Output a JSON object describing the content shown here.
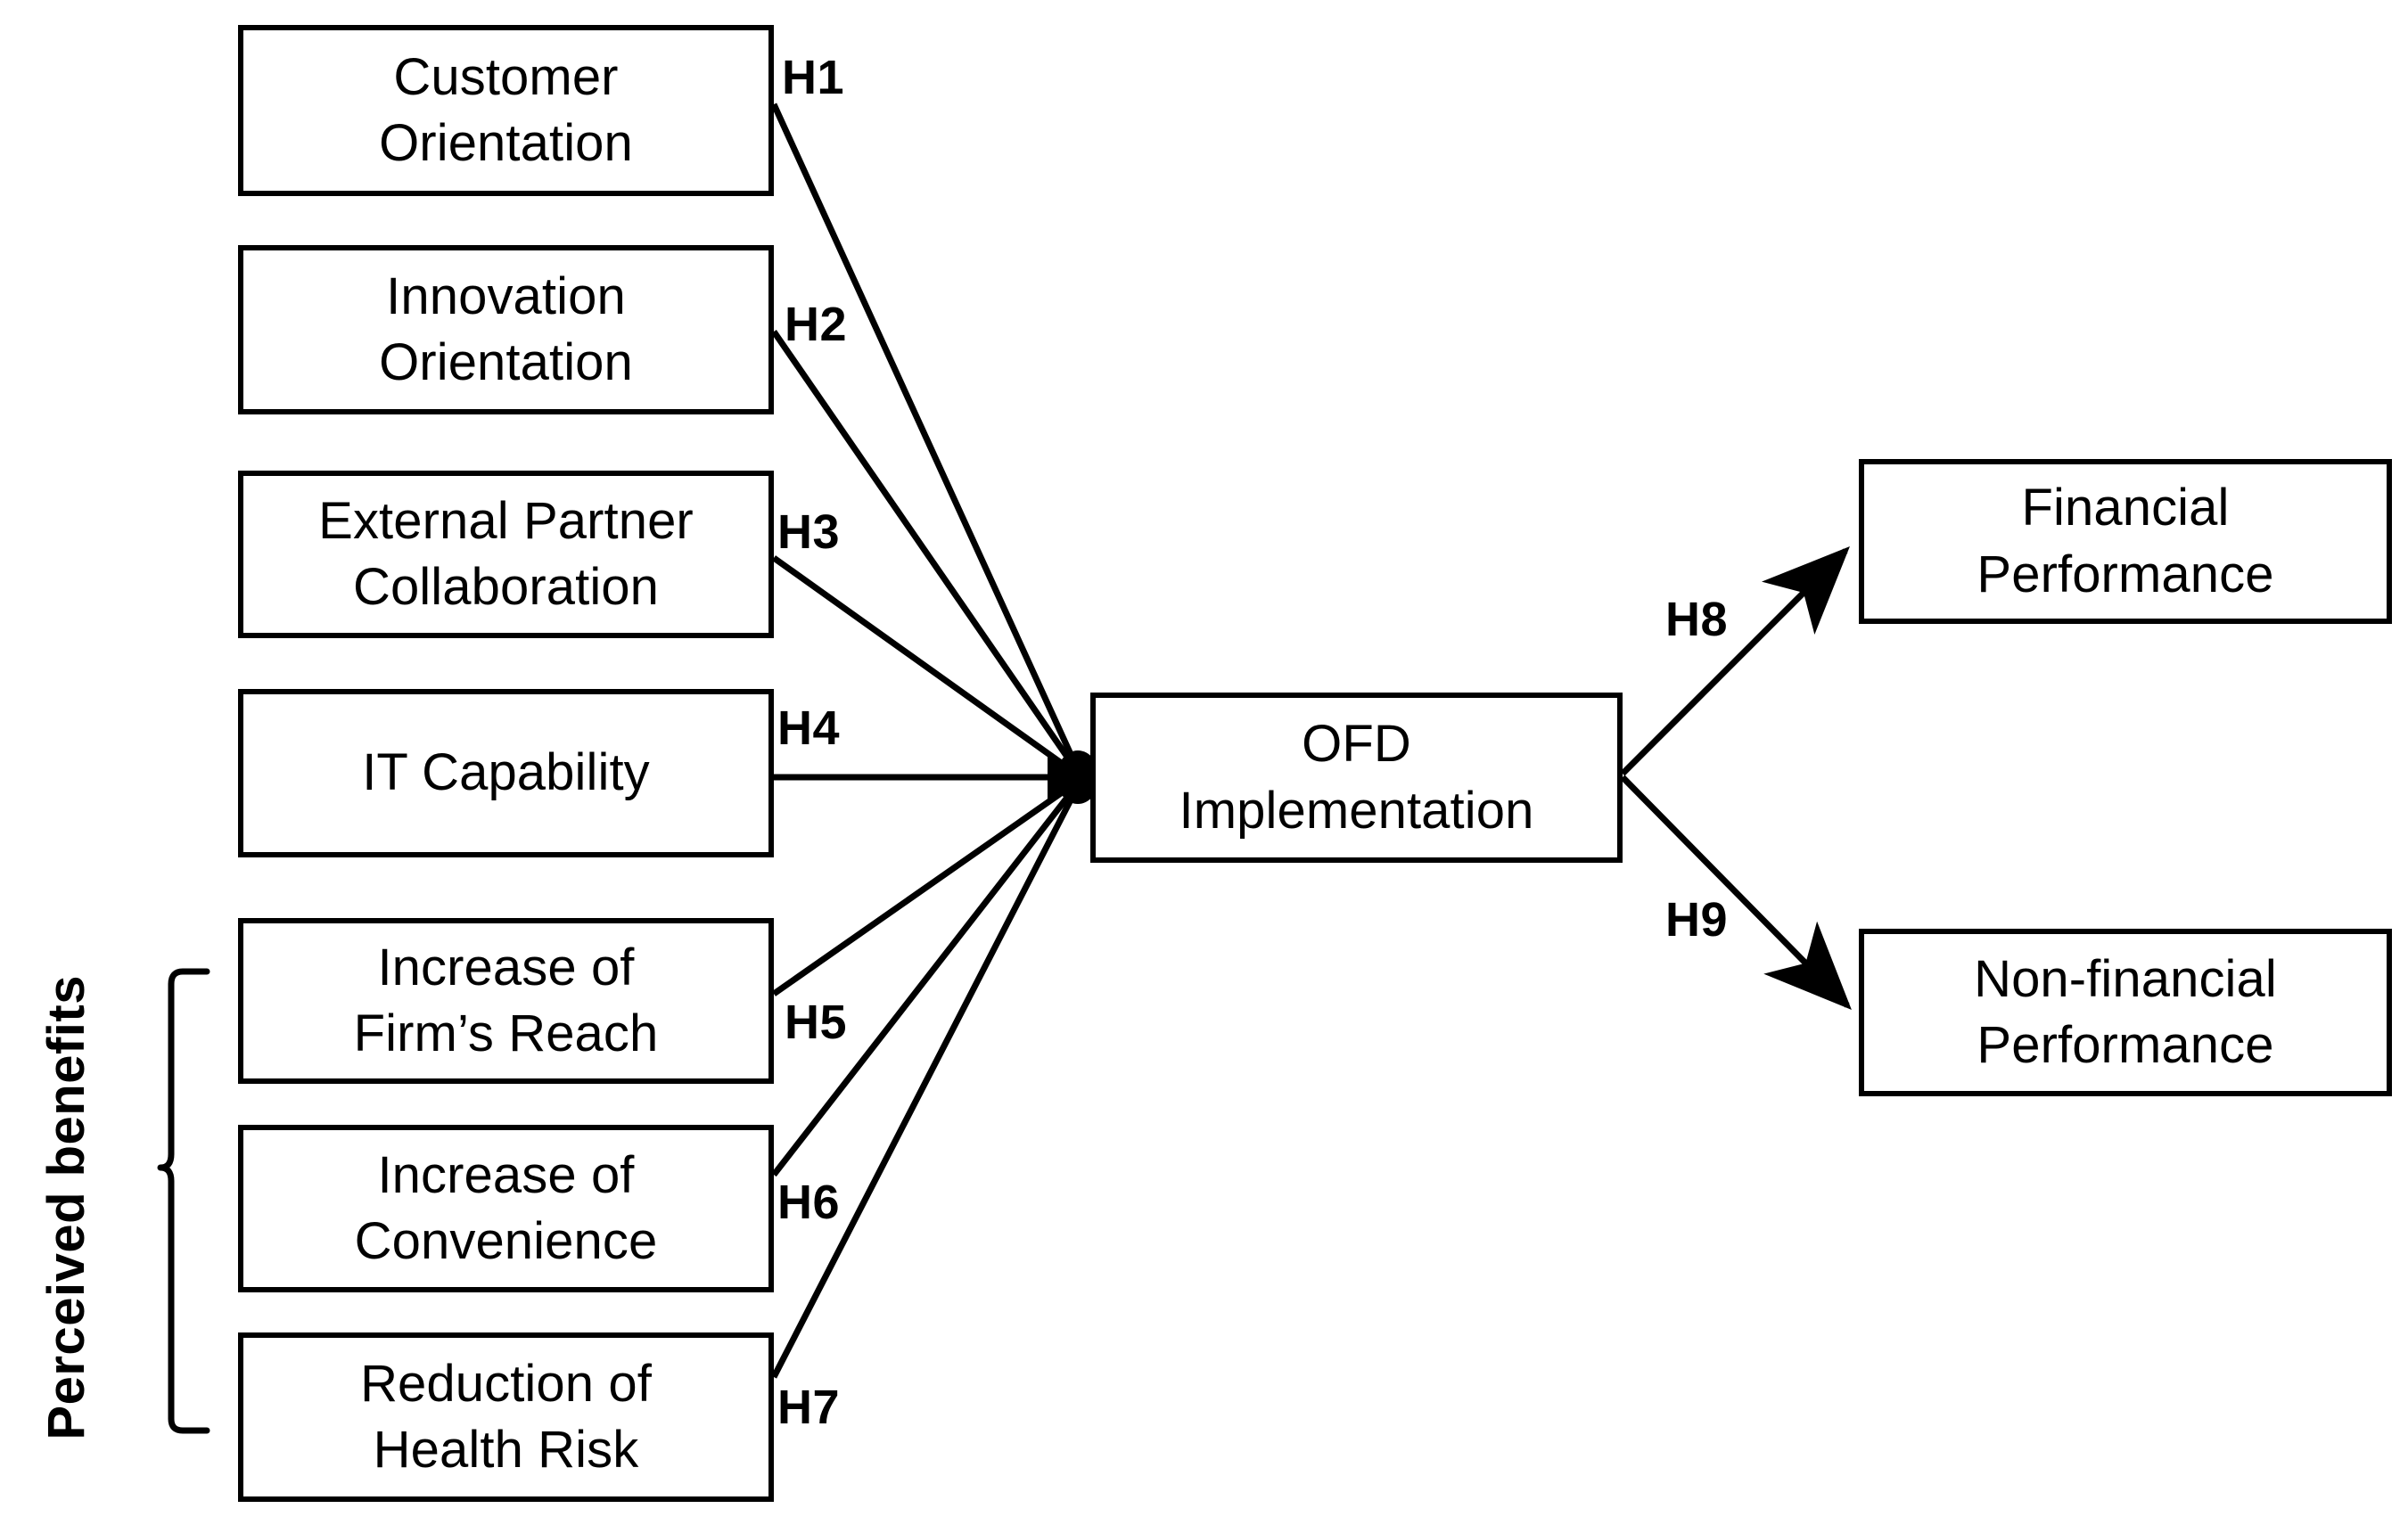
{
  "diagram": {
    "type": "research-model-path-diagram",
    "background_color": "#ffffff",
    "line_color": "#000000",
    "antecedent_nodes": [
      {
        "id": "customer-orientation",
        "lines": [
          "Customer",
          "Orientation"
        ]
      },
      {
        "id": "innovation-orientation",
        "lines": [
          "Innovation",
          "Orientation"
        ]
      },
      {
        "id": "external-partner-collaboration",
        "lines": [
          "External Partner",
          "Collaboration"
        ]
      },
      {
        "id": "it-capability",
        "lines": [
          "IT Capability"
        ]
      },
      {
        "id": "increase-of-firms-reach",
        "lines": [
          "Increase of",
          "Firm’s Reach"
        ]
      },
      {
        "id": "increase-of-convenience",
        "lines": [
          "Increase of",
          "Convenience"
        ]
      },
      {
        "id": "reduction-of-health-risk",
        "lines": [
          "Reduction of",
          "Health Risk"
        ]
      }
    ],
    "central_node": {
      "id": "ofd-implementation",
      "lines": [
        "OFD",
        "Implementation"
      ]
    },
    "outcome_nodes": [
      {
        "id": "financial-performance",
        "lines": [
          "Financial",
          "Performance"
        ]
      },
      {
        "id": "non-financial-performance",
        "lines": [
          "Non-financial",
          "Performance"
        ]
      }
    ],
    "group_bracket": {
      "label": "Perceived benefits",
      "covers": [
        "increase-of-firms-reach",
        "increase-of-convenience",
        "reduction-of-health-risk"
      ]
    },
    "hypotheses": [
      {
        "id": "H1",
        "label": "H1",
        "from": "customer-orientation",
        "to": "ofd-implementation"
      },
      {
        "id": "H2",
        "label": "H2",
        "from": "innovation-orientation",
        "to": "ofd-implementation"
      },
      {
        "id": "H3",
        "label": "H3",
        "from": "external-partner-collaboration",
        "to": "ofd-implementation"
      },
      {
        "id": "H4",
        "label": "H4",
        "from": "it-capability",
        "to": "ofd-implementation"
      },
      {
        "id": "H5",
        "label": "H5",
        "from": "increase-of-firms-reach",
        "to": "ofd-implementation"
      },
      {
        "id": "H6",
        "label": "H6",
        "from": "increase-of-convenience",
        "to": "ofd-implementation"
      },
      {
        "id": "H7",
        "label": "H7",
        "from": "reduction-of-health-risk",
        "to": "ofd-implementation"
      },
      {
        "id": "H8",
        "label": "H8",
        "from": "ofd-implementation",
        "to": "financial-performance"
      },
      {
        "id": "H9",
        "label": "H9",
        "from": "ofd-implementation",
        "to": "non-financial-performance"
      }
    ]
  }
}
